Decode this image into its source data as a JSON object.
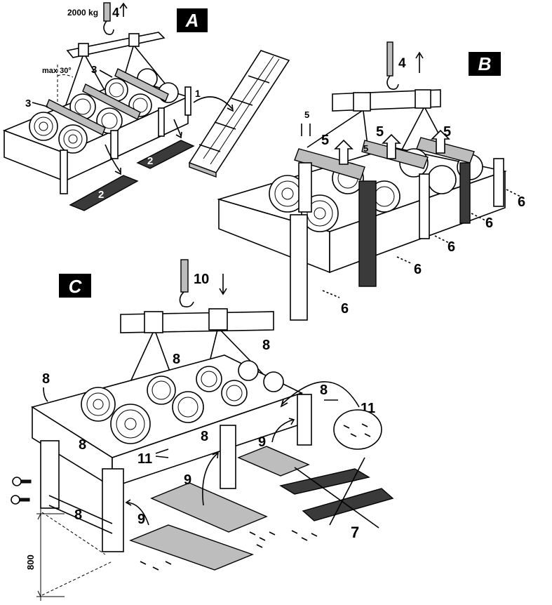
{
  "panels": {
    "a": {
      "tag": "A"
    },
    "b": {
      "tag": "B"
    },
    "c": {
      "tag": "C"
    }
  },
  "labels": {
    "load": "2000 kg",
    "angle": "max 30°",
    "step_1": "1",
    "step_2": "2",
    "step_3": "3",
    "step_4": "4",
    "step_5": "5",
    "step_6": "6",
    "step_7": "7",
    "step_8": "8",
    "step_9": "9",
    "step_10": "10",
    "step_11": "11",
    "height": "800"
  }
}
